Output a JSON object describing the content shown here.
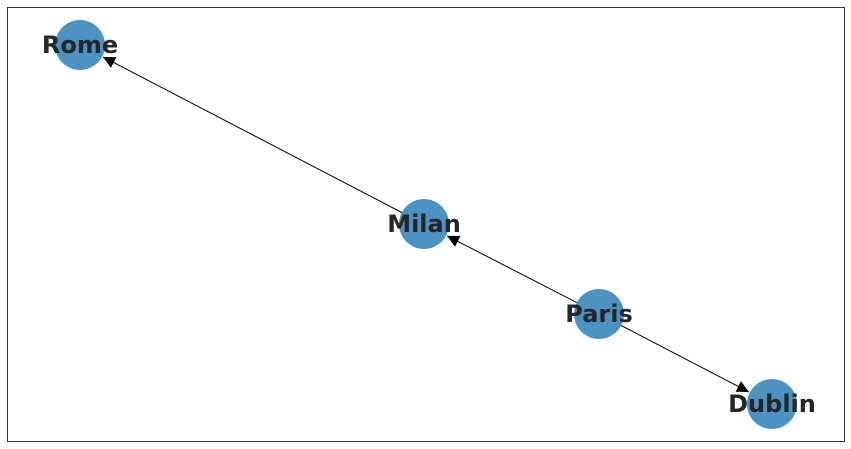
{
  "graph": {
    "directed": true,
    "node_color": "#1f77b4",
    "node_opacity": 0.8,
    "label_color": "#262626",
    "edge_color": "#000000",
    "nodes": [
      {
        "id": "rome",
        "label": "Rome"
      },
      {
        "id": "milan",
        "label": "Milan"
      },
      {
        "id": "paris",
        "label": "Paris"
      },
      {
        "id": "dublin",
        "label": "Dublin"
      }
    ],
    "edges": [
      {
        "source": "milan",
        "target": "rome"
      },
      {
        "source": "paris",
        "target": "milan"
      },
      {
        "source": "paris",
        "target": "dublin"
      }
    ]
  }
}
